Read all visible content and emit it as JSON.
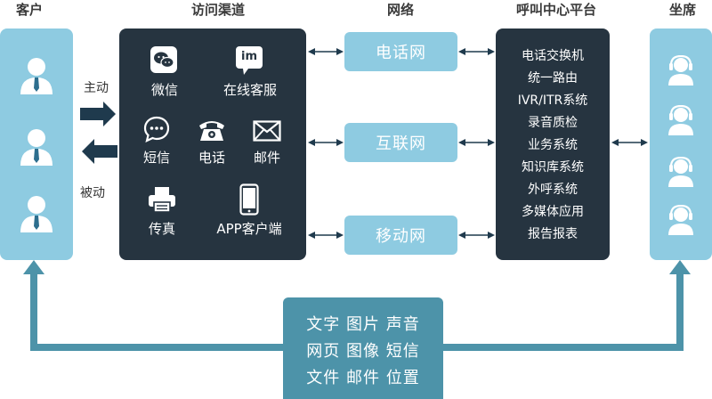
{
  "headers": {
    "customer": "客户",
    "channels": "访问渠道",
    "network": "网络",
    "platform": "呼叫中心平台",
    "agents": "坐席"
  },
  "directions": {
    "active": "主动",
    "passive": "被动"
  },
  "channels": {
    "wechat": "微信",
    "online_service": "在线客服",
    "sms": "短信",
    "phone": "电话",
    "email": "邮件",
    "fax": "传真",
    "app": "APP客户端",
    "im_badge": "im"
  },
  "networks": [
    "电话网",
    "互联网",
    "移动网"
  ],
  "platform_items": [
    "电话交换机",
    "统一路由",
    "IVR/ITR系统",
    "录音质检",
    "业务系统",
    "知识库系统",
    "外呼系统",
    "多媒体应用",
    "报告报表"
  ],
  "media_lines": [
    "文字 图片 声音",
    "网页 图像 短信",
    "文件 邮件 位置"
  ],
  "colors": {
    "light_panel": "#8ecbe1",
    "dark_panel": "#263440",
    "connector": "#4d93a9",
    "arrow_dark": "#1f3a4d"
  }
}
